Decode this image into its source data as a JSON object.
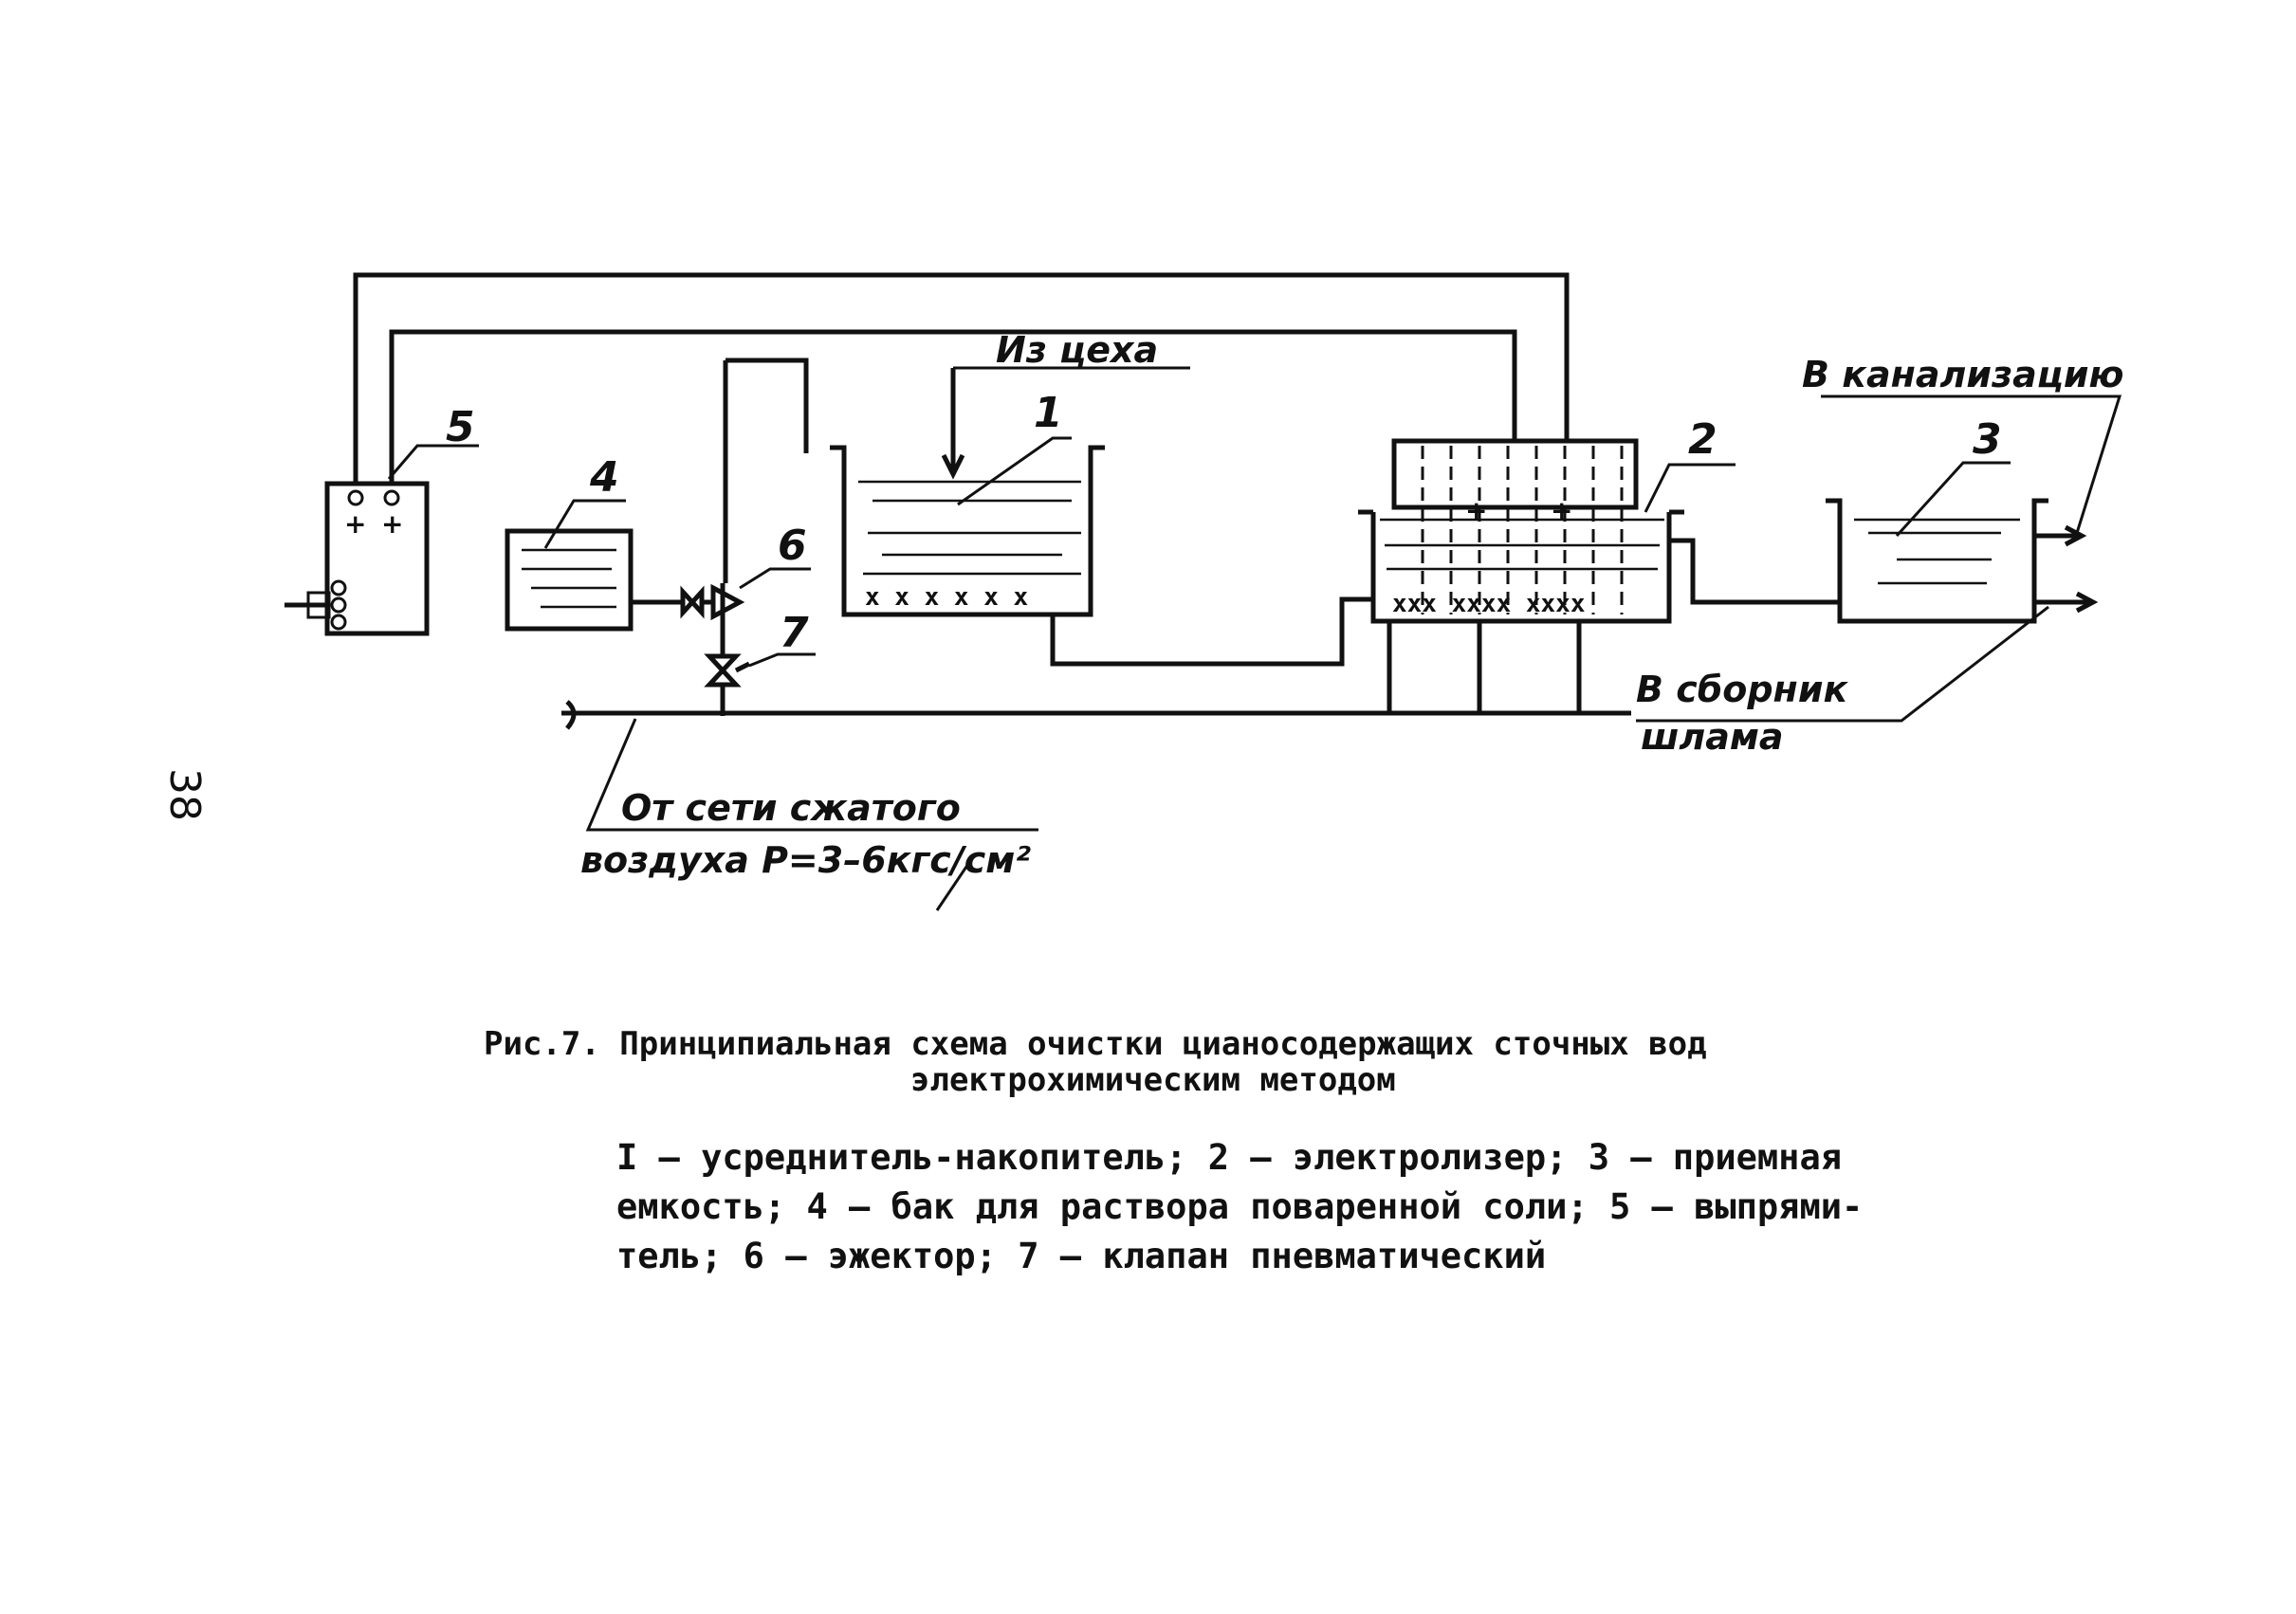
{
  "diagram": {
    "labels": {
      "rectifier_num": "5",
      "brine_tank_num": "4",
      "ejector_num": "6",
      "valve_num": "7",
      "equalizer_num": "1",
      "electrolyzer_num": "2",
      "receiver_num": "3",
      "from_workshop": "Из цеха",
      "to_sewer": "В канализацию",
      "to_sludge_line1": "В сборник",
      "to_sludge_line2": "шлама",
      "air_line1": "От сети сжатого",
      "air_line2": "воздуха Р=3–6кгс/см²",
      "page_number": "38"
    }
  },
  "caption": {
    "title_line1": "Рис.7. Принципиальная схема очистки цианосодержащих сточных вод",
    "title_line2": "электрохимическим методом"
  },
  "legend": {
    "lines": [
      "I – усреднитель-накопитель; 2 – электролизер; 3 – приемная",
      "емкость; 4 – бак для раствора поваренной соли; 5 – выпрями-",
      "тель; 6 – эжектор; 7 – клапан пневматический"
    ]
  }
}
